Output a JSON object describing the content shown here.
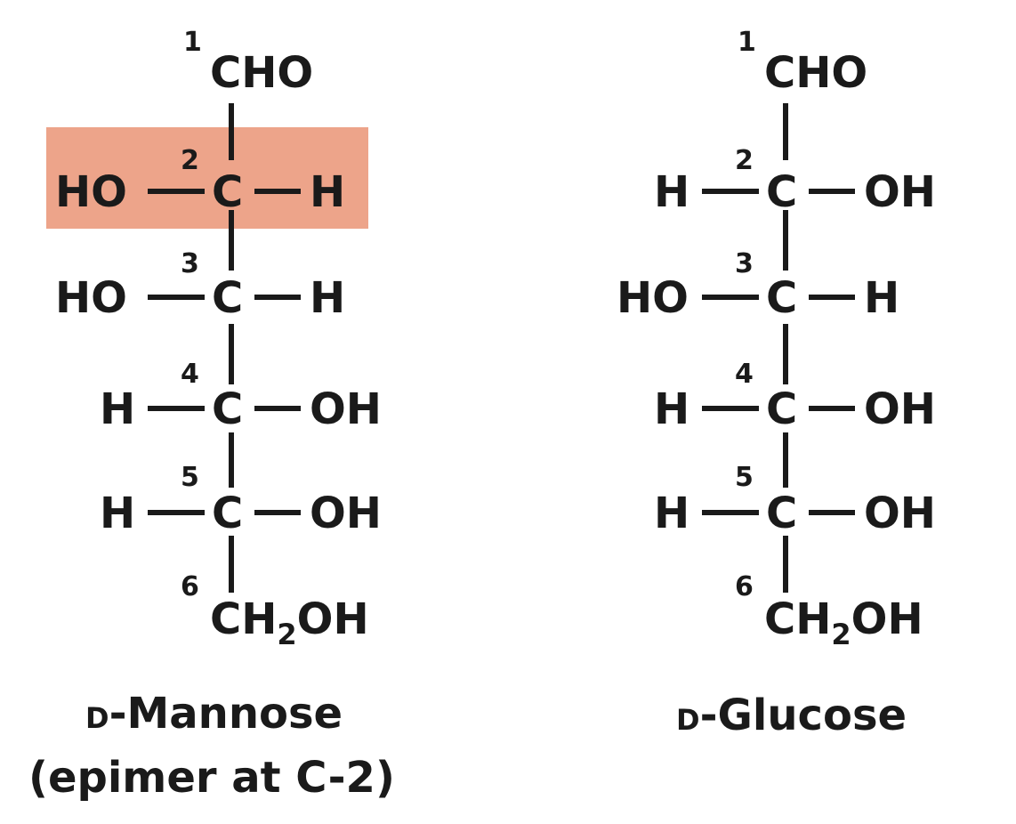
{
  "mannose": {
    "name_prefix": "D",
    "name": "-Mannose",
    "note": "(epimer at C-2)",
    "highlight_color": "#eda48a",
    "top": {
      "num": "1",
      "group": "CHO"
    },
    "rows": [
      {
        "num": "2",
        "left": "HO",
        "center": "C",
        "right": "H"
      },
      {
        "num": "3",
        "left": "HO",
        "center": "C",
        "right": "H"
      },
      {
        "num": "4",
        "left": "H",
        "center": "C",
        "right": "OH"
      },
      {
        "num": "5",
        "left": "H",
        "center": "C",
        "right": "OH"
      }
    ],
    "bottom": {
      "num": "6",
      "group_a": "CH",
      "sub": "2",
      "group_b": "OH"
    }
  },
  "glucose": {
    "name_prefix": "D",
    "name": "-Glucose",
    "top": {
      "num": "1",
      "group": "CHO"
    },
    "rows": [
      {
        "num": "2",
        "left": "H",
        "center": "C",
        "right": "OH"
      },
      {
        "num": "3",
        "left": "HO",
        "center": "C",
        "right": "H"
      },
      {
        "num": "4",
        "left": "H",
        "center": "C",
        "right": "OH"
      },
      {
        "num": "5",
        "left": "H",
        "center": "C",
        "right": "OH"
      }
    ],
    "bottom": {
      "num": "6",
      "group_a": "CH",
      "sub": "2",
      "group_b": "OH"
    }
  }
}
